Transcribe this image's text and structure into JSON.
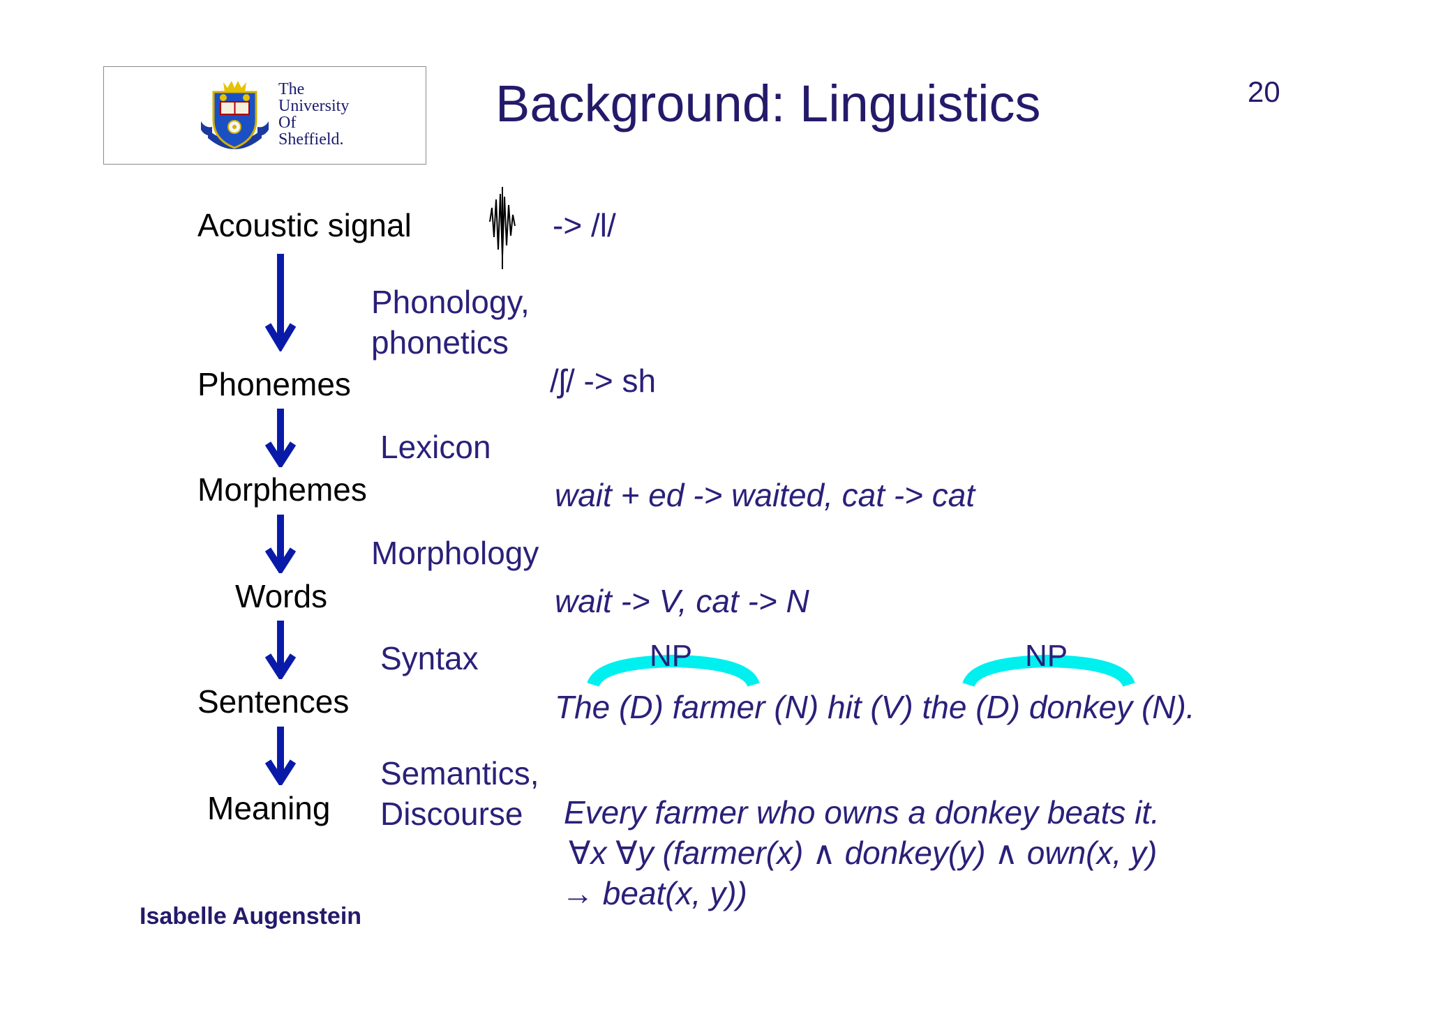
{
  "logo": {
    "line1": "The",
    "line2": "University",
    "line3": "Of",
    "line4": "Sheffield."
  },
  "title": "Background: Linguistics",
  "page_number": "20",
  "levels": {
    "acoustic": "Acoustic signal",
    "phonemes": "Phonemes",
    "morphemes": "Morphemes",
    "words": "Words",
    "sentences": "Sentences",
    "meaning": "Meaning"
  },
  "processes": {
    "phonology_1": "Phonology,",
    "phonology_2": "phonetics",
    "lexicon": "Lexicon",
    "morphology": "Morphology",
    "syntax": "Syntax",
    "semantics_1": "Semantics,",
    "semantics_2": "Discourse"
  },
  "examples": {
    "acoustic": "-> /l/",
    "phonemes": "/ʃ/ -> sh",
    "morphemes": "wait + ed -> waited, cat -> cat",
    "words": "wait -> V, cat -> N",
    "np_1": "NP",
    "np_2": "NP",
    "sentence": "The (D) farmer (N) hit (V) the (D) donkey (N).",
    "meaning_1": "Every farmer who owns a donkey beats it.",
    "meaning_2": "∀x ∀y (farmer(x)  ∧  donkey(y)  ∧  own(x, y)",
    "meaning_3": "→ beat(x, y))"
  },
  "author": "Isabelle Augenstein",
  "colors": {
    "title": "#241a6a",
    "text_blue": "#2a2079",
    "arrow": "#0a1aa8",
    "np_bracket": "#00f0f0"
  }
}
